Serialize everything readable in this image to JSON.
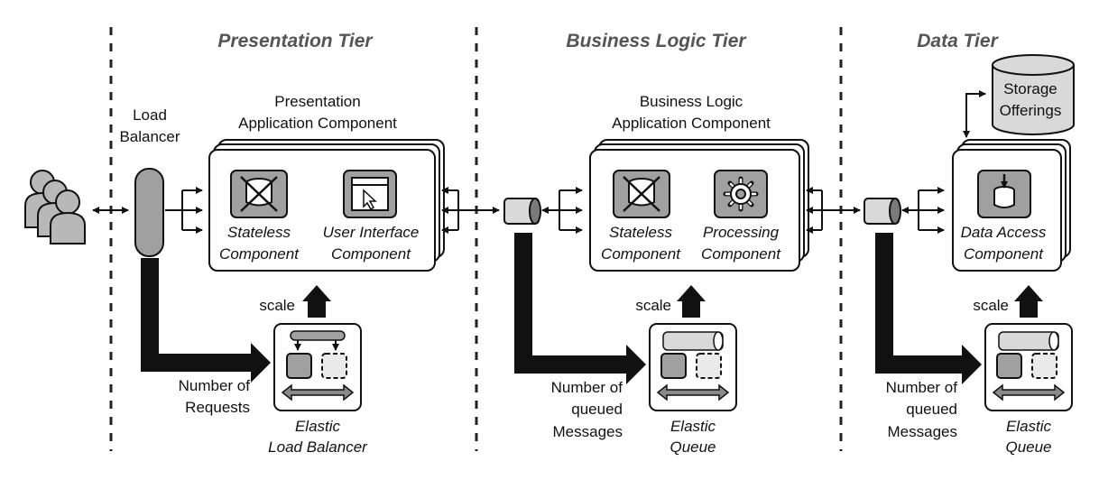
{
  "tiers": {
    "presentation": "Presentation Tier",
    "business": "Business Logic Tier",
    "data": "Data Tier"
  },
  "presentation": {
    "load_balancer_line1": "Load",
    "load_balancer_line2": "Balancer",
    "app_title_line1": "Presentation",
    "app_title_line2": "Application Component",
    "stateless_line1": "Stateless",
    "stateless_line2": "Component",
    "ui_line1": "User Interface",
    "ui_line2": "Component",
    "scale": "scale",
    "metric_line1": "Number of",
    "metric_line2": "Requests",
    "elastic_line1": "Elastic",
    "elastic_line2": "Load Balancer"
  },
  "business": {
    "app_title_line1": "Business Logic",
    "app_title_line2": "Application Component",
    "stateless_line1": "Stateless",
    "stateless_line2": "Component",
    "processing_line1": "Processing",
    "processing_line2": "Component",
    "scale": "scale",
    "metric_line1": "Number of",
    "metric_line2": "queued",
    "metric_line3": "Messages",
    "elastic_line1": "Elastic",
    "elastic_line2": "Queue"
  },
  "data": {
    "storage_line1": "Storage",
    "storage_line2": "Offerings",
    "access_line1": "Data Access",
    "access_line2": "Component",
    "scale": "scale",
    "metric_line1": "Number of",
    "metric_line2": "queued",
    "metric_line3": "Messages",
    "elastic_line1": "Elastic",
    "elastic_line2": "Queue"
  },
  "colors": {
    "component_gray": "#a0a0a0",
    "light_gray": "#d9d9d9",
    "tier_title": "#555555",
    "stroke": "#111111"
  }
}
